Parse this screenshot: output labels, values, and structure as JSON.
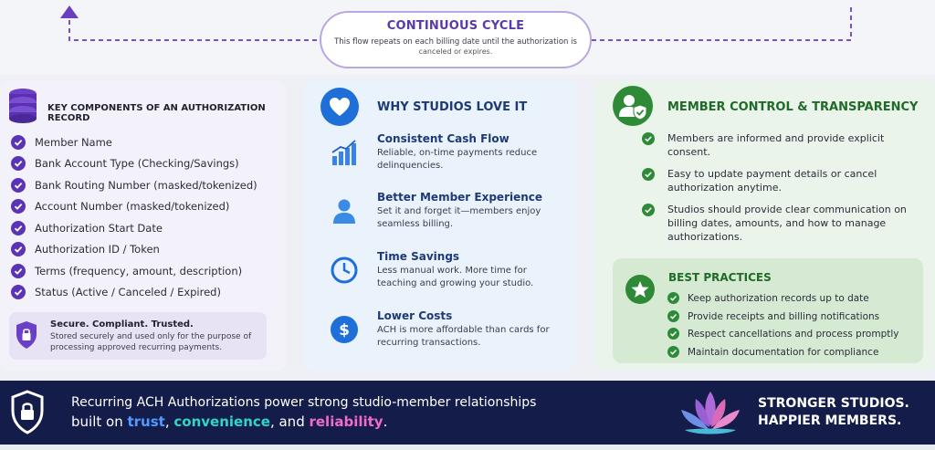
{
  "cycle": {
    "title": "CONTINUOUS CYCLE",
    "description": "This flow repeats on each billing date until the authorization is",
    "description_cont": "canceled or expires."
  },
  "key_components": {
    "title": "KEY COMPONENTS OF AN AUTHORIZATION RECORD",
    "items": [
      "Member Name",
      "Bank Account Type (Checking/Savings)",
      "Bank Routing Number (masked/tokenized)",
      "Account Number (masked/tokenized)",
      "Authorization Start Date",
      "Authorization ID / Token",
      "Terms (frequency, amount, description)",
      "Status (Active / Canceled / Expired)"
    ],
    "secure": {
      "title": "Secure. Compliant. Trusted.",
      "text": "Stored securely and used only for the purpose of processing approved recurring payments."
    }
  },
  "why": {
    "title": "WHY STUDIOS LOVE IT",
    "benefits": [
      {
        "title": "Consistent Cash Flow",
        "text": "Reliable, on-time payments reduce delinquencies.",
        "icon": "bar-chart-icon"
      },
      {
        "title": "Better Member Experience",
        "text": "Set it and forget it—members enjoy seamless billing.",
        "icon": "person-icon"
      },
      {
        "title": "Time Savings",
        "text": "Less manual work. More time for teaching and growing your studio.",
        "icon": "clock-icon"
      },
      {
        "title": "Lower Costs",
        "text": "ACH is more affordable than cards for recurring transactions.",
        "icon": "dollar-icon"
      }
    ]
  },
  "member_control": {
    "title": "MEMBER CONTROL & TRANSPARENCY",
    "items": [
      "Members are informed and provide explicit consent.",
      "Easy to update payment details or cancel authorization anytime.",
      "Studios should provide clear communication on billing dates, amounts, and how to manage authorizations."
    ]
  },
  "best_practices": {
    "title": "BEST PRACTICES",
    "items": [
      "Keep authorization records up to date",
      "Provide receipts and billing notifications",
      "Respect cancellations and process promptly",
      "Maintain documentation for compliance"
    ]
  },
  "footer": {
    "line1": "Recurring ACH Authorizations power strong studio-member relationships",
    "line2_prefix": "built on ",
    "trust": "trust",
    "sep1": ", ",
    "convenience": "convenience",
    "sep2": ", and ",
    "reliability": "reliability",
    "end": ".",
    "tagline1": "STRONGER STUDIOS.",
    "tagline2": "HAPPIER MEMBERS."
  },
  "colors": {
    "purple": "#5a3aa8",
    "blue": "#1e6fd8",
    "green": "#2e8a36",
    "navy": "#141c4a"
  }
}
